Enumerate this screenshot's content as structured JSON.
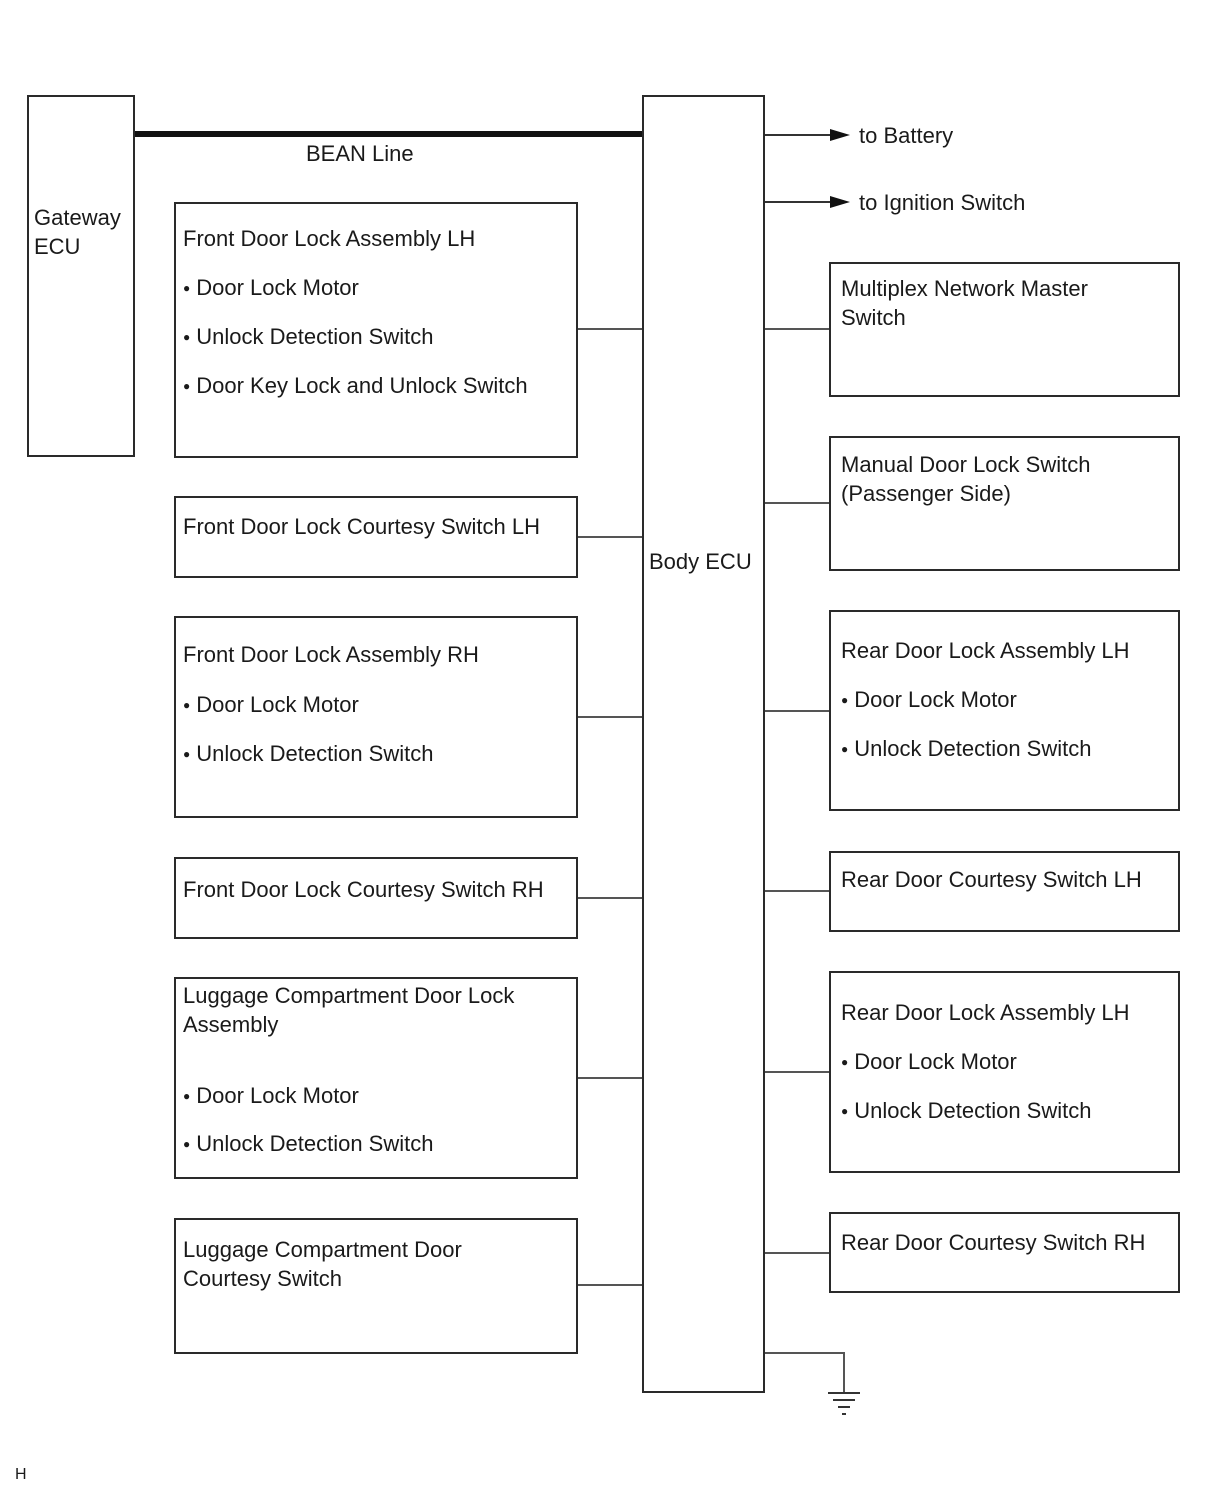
{
  "diagram": {
    "gateway": {
      "label": "Gateway\nECU"
    },
    "bean_line": {
      "label": "BEAN Line"
    },
    "body_ecu": {
      "label": "Body ECU"
    },
    "outputs": {
      "battery": "to Battery",
      "ignition": "to Ignition Switch"
    },
    "left_components": [
      {
        "title": "Front Door Lock Assembly LH",
        "items": [
          "Door Lock Motor",
          "Unlock Detection Switch",
          "Door Key Lock and Unlock Switch"
        ]
      },
      {
        "title": "Front Door Lock Courtesy Switch LH",
        "items": []
      },
      {
        "title": "Front Door Lock Assembly RH",
        "items": [
          "Door Lock Motor",
          "Unlock Detection Switch"
        ]
      },
      {
        "title": "Front Door Lock Courtesy Switch RH",
        "items": []
      },
      {
        "title": "Luggage Compartment Door Lock\nAssembly",
        "items": [
          "Door Lock Motor",
          "Unlock Detection Switch"
        ]
      },
      {
        "title": "Luggage Compartment Door\nCourtesy Switch",
        "items": []
      }
    ],
    "right_components": [
      {
        "title": "Multiplex Network Master\nSwitch",
        "items": []
      },
      {
        "title": "Manual Door Lock Switch\n(Passenger Side)",
        "items": []
      },
      {
        "title": "Rear Door Lock Assembly LH",
        "items": [
          "Door Lock Motor",
          "Unlock Detection Switch"
        ]
      },
      {
        "title": "Rear Door Courtesy Switch LH",
        "items": []
      },
      {
        "title": "Rear Door Lock Assembly LH",
        "items": [
          "Door Lock Motor",
          "Unlock Detection Switch"
        ]
      },
      {
        "title": "Rear Door Courtesy Switch RH",
        "items": []
      }
    ],
    "figure_code": "H"
  }
}
